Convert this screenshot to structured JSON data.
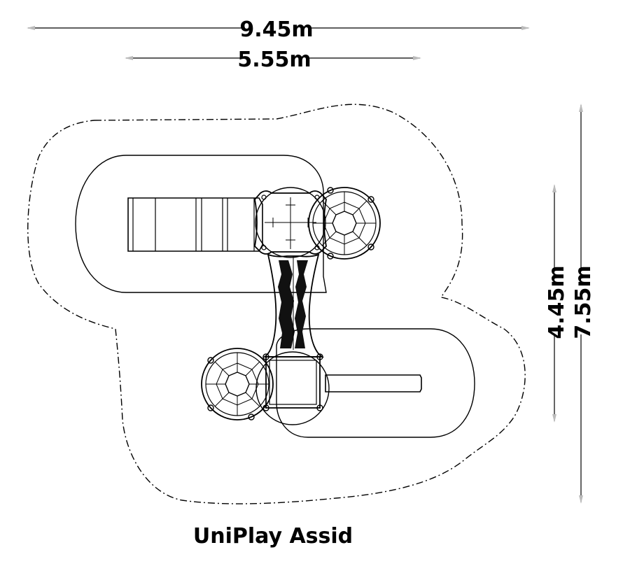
{
  "diagram": {
    "title": "UniPlay Assid",
    "dimensions": {
      "overall_width": "9.45m",
      "equipment_width": "5.55m",
      "equipment_depth": "4.45m",
      "overall_depth": "7.55m"
    }
  },
  "colors": {
    "line": "#000000",
    "background": "#ffffff",
    "dim_line": "#444444"
  }
}
